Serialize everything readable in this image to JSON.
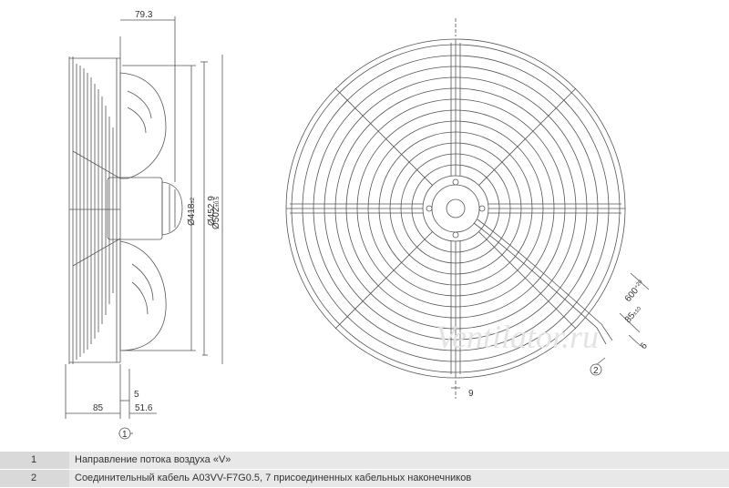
{
  "dimensions": {
    "depth": "79.3",
    "dia_418": "Ø418",
    "dia_418_tol": "±2",
    "dia_452": "Ø452.9",
    "dia_502": "Ø502",
    "dia_502_tol": "±0.5",
    "dim_85": "85",
    "dim_5": "5",
    "dim_51_6": "51.6",
    "dim_9": "9",
    "cable_600": "600",
    "cable_600_tol": "+20",
    "cable_85": "85",
    "cable_85_tol": "±10",
    "cable_6": "6"
  },
  "callouts": {
    "one": "1",
    "two": "2"
  },
  "watermark": "Ventilator.ru",
  "legend": [
    {
      "num": "1",
      "text": "Направление потока воздуха «V»"
    },
    {
      "num": "2",
      "text": "Соединительный кабель A03VV-F7G0.5, 7 присоединенных кабельных наконечников"
    }
  ],
  "colors": {
    "line": "#555555",
    "legend_num_bg": "#d9d9d9",
    "legend_text_bg": "#e8e8e8"
  }
}
